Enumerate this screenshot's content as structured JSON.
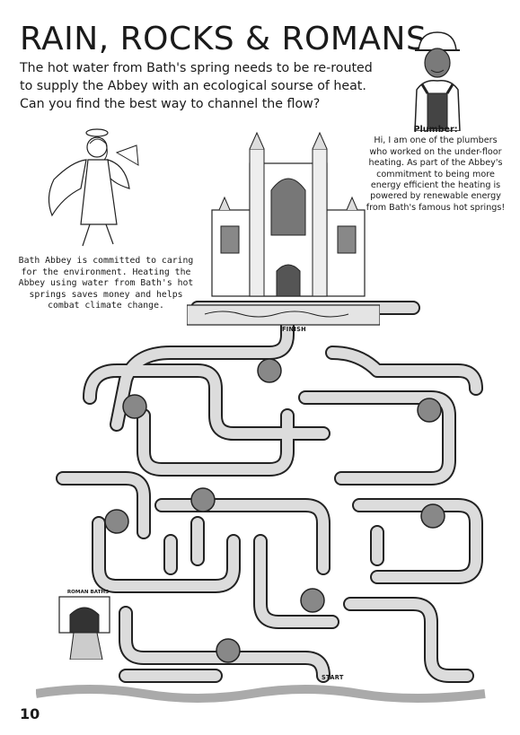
{
  "page": {
    "title": "RAIN, ROCKS & ROMANS",
    "intro": "The hot water from Bath's spring needs to be re-routed to supply the Abbey with an ecological sourse of heat. Can you find the best way to channel the flow?",
    "page_number": "10"
  },
  "plumber": {
    "name": "Plumber:",
    "speech": "Hi, I am one of the plumbers who worked on the under-floor heating. As part of the Abbey's commitment to being more energy efficient the heating is powered by renewable energy from Bath's famous hot springs!"
  },
  "angel": {
    "caption": "Bath Abbey is committed to caring for the environment. Heating the Abbey using water from Bath's hot springs saves money and helps combat climate change."
  },
  "maze": {
    "finish_label": "FINISH",
    "start_label": "START",
    "roman_baths_sign": "ROMAN BATHS"
  },
  "colors": {
    "pipe": "#dcdcdc",
    "outline": "#222222",
    "water": "#d8d8d8"
  }
}
